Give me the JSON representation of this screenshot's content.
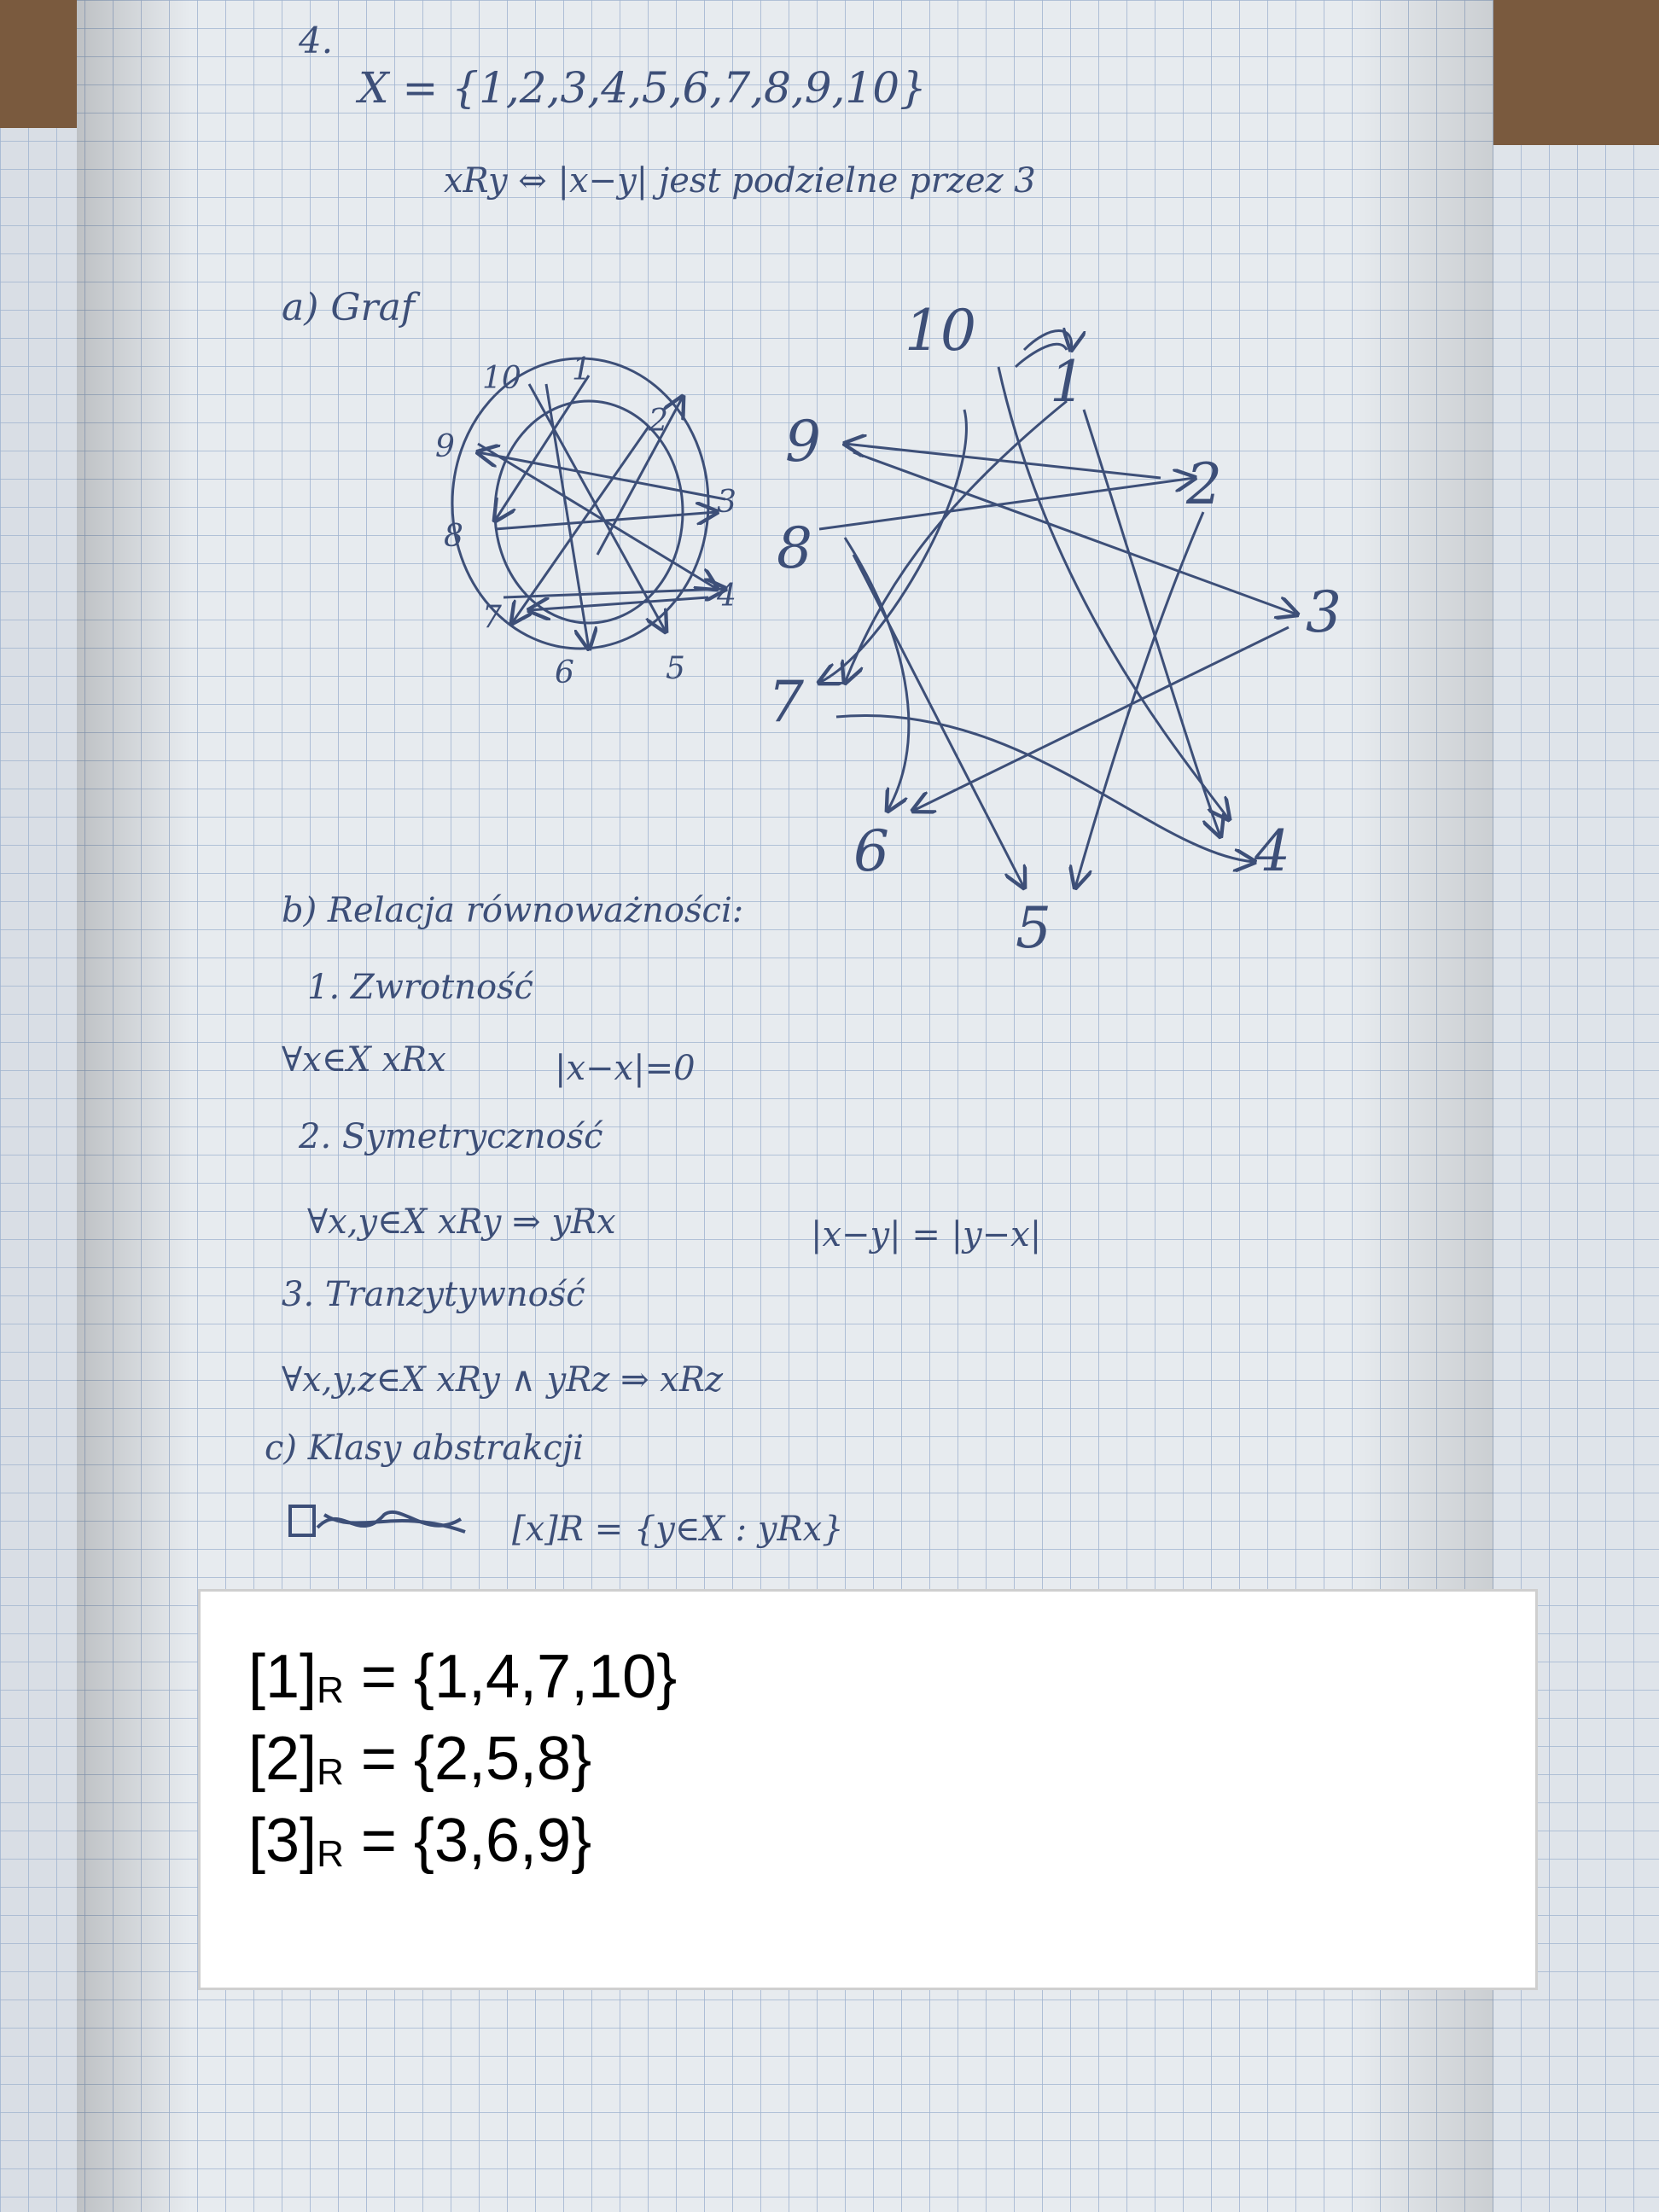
{
  "notebook": {
    "problem_number": "4.",
    "set_definition": "X = {1,2,3,4,5,6,7,8,9,10}",
    "relation_definition": "xRy ⇔ |x−y| jest podzielne przez 3",
    "part_a": "a) Graf",
    "part_b": "b) Relacja równoważności:",
    "reflexivity_title": "1. Zwrotność",
    "reflexivity_formula": "∀x∈X xRx",
    "reflexivity_proof": "|x−x|=0",
    "symmetry_title": "2. Symetryczność",
    "symmetry_formula": "∀x,y∈X xRy ⇒ yRx",
    "symmetry_proof": "|x−y| = |y−x|",
    "transitivity_title": "3. Tranzytywność",
    "transitivity_formula": "∀x,y,z∈X xRy ∧ yRz ⇒ xRz",
    "part_c": "c) Klasy abstrakcji",
    "class_definition": "[x]R = {y∈X : yRx}"
  },
  "small_graph": {
    "nodes": [
      "1",
      "2",
      "3",
      "4",
      "5",
      "6",
      "7",
      "8",
      "9",
      "10"
    ]
  },
  "large_graph": {
    "nodes": [
      "1",
      "2",
      "3",
      "4",
      "5",
      "6",
      "7",
      "8",
      "9",
      "10"
    ]
  },
  "overlay": {
    "classes": [
      {
        "bracket": "[1]",
        "subscript": "R",
        "rhs": "= {1,4,7,10}"
      },
      {
        "bracket": "[2]",
        "subscript": "R",
        "rhs": "= {2,5,8}"
      },
      {
        "bracket": "[3]",
        "subscript": "R",
        "rhs": "= {3,6,9}"
      }
    ]
  },
  "colors": {
    "paper": "#e7ebef",
    "grid": "#9fb3cf",
    "ink": "#3d4f78",
    "table": "#7a5a3e"
  }
}
